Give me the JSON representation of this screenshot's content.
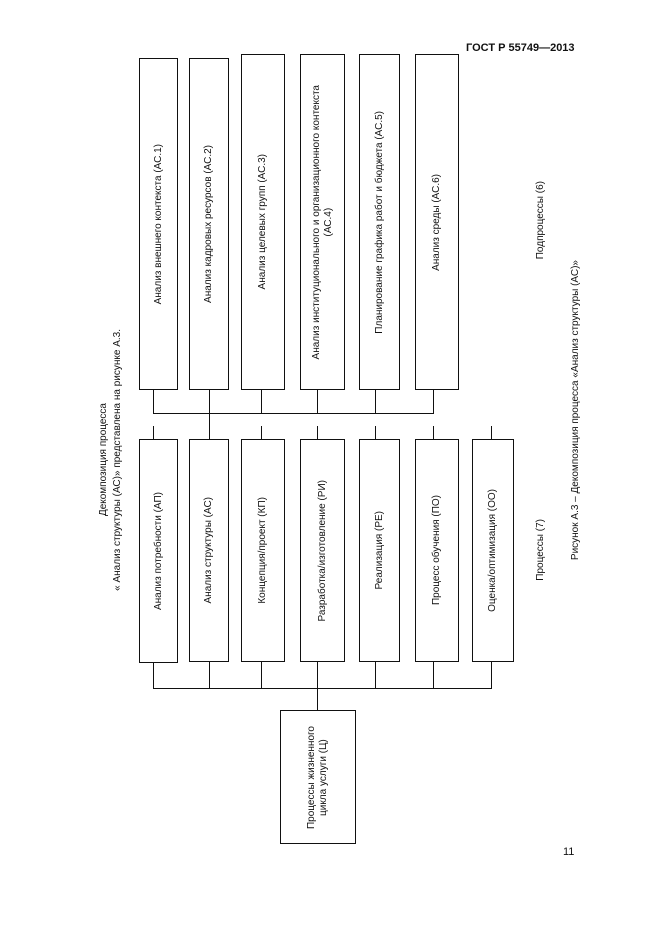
{
  "header": {
    "standard": "ГОСТ Р 55749—2013"
  },
  "intro": {
    "line1": "Декомпозиция процесса",
    "line2": "« Анализ структуры (АС)» представлена на рисунке А.3."
  },
  "diagram": {
    "root": "Процессы жизненного\nцикла услуги (Ц)",
    "processes_label": "Процессы (7)",
    "subprocesses_label": "Подпроцессы (6)",
    "processes": [
      "Анализ потребности (АП)",
      "Анализ структуры (АС)",
      "Концепция/проект (КП)",
      "Разработка/изготовление (РИ)",
      "Реализация (РЕ)",
      "Процесс обучения (ПО)",
      "Оценка/оптимизация (ОО)"
    ],
    "subprocesses": [
      "Анализ внешнего контекста (АС.1)",
      "Анализ кадровых ресурсов (АС.2)",
      "Анализ целевых групп (АС.3)",
      "Анализ институционального и организационного контекста\n(АС.4)",
      "Планирование графика работ и бюджета (АС.5)",
      "Анализ среды (АС.6)"
    ]
  },
  "caption": "Рисунок А.3 – Декомпозиция процесса «Анализ структуры (АС)»",
  "page_number": "11"
}
